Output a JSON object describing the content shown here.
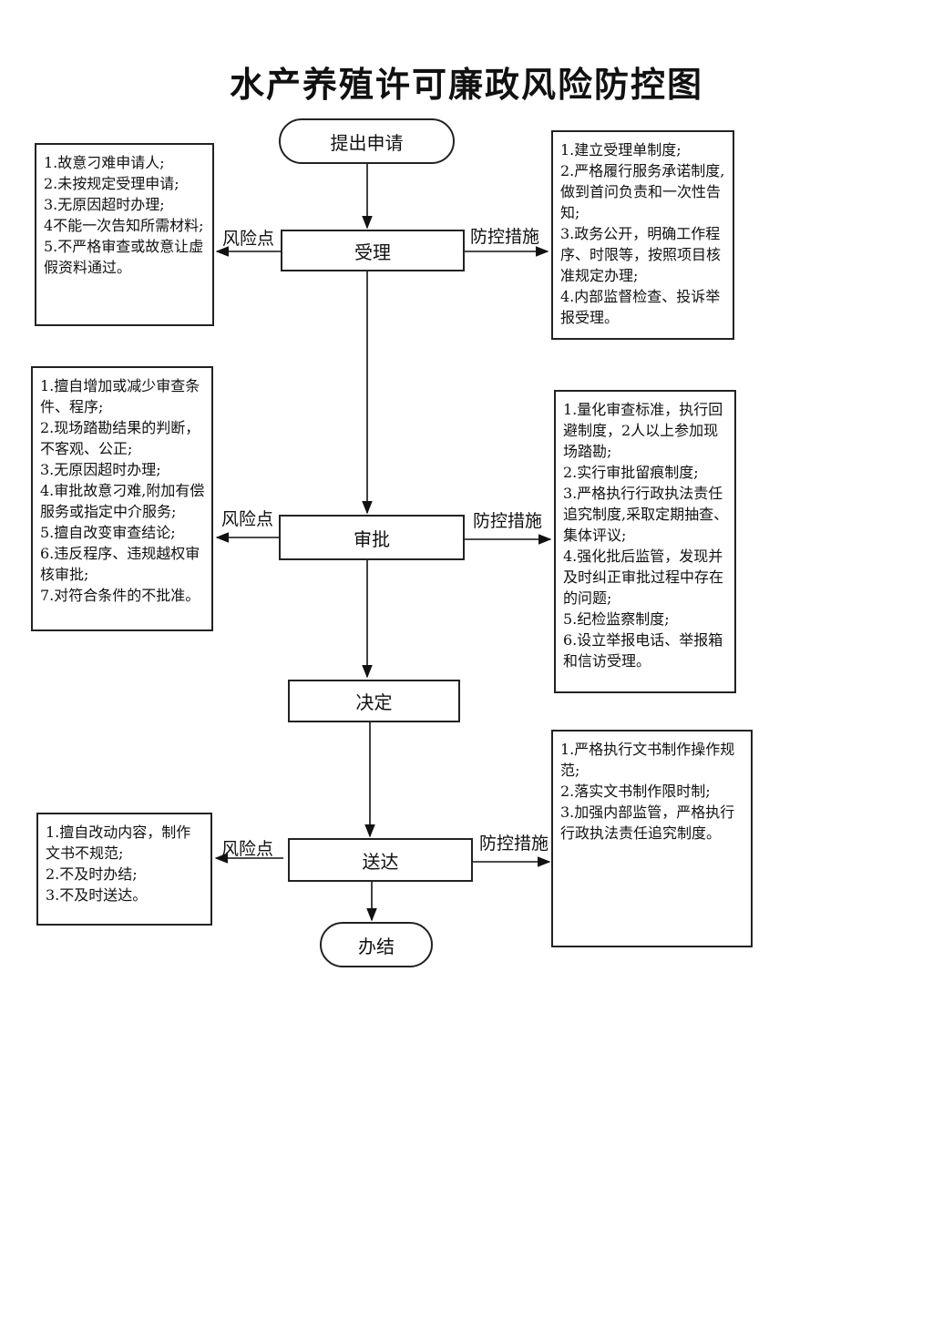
{
  "title": "水产养殖许可廉政风险防控图",
  "nodes": {
    "start": "提出申请",
    "accept": "受理",
    "approve": "审批",
    "decide": "决定",
    "deliver": "送达",
    "end": "办结"
  },
  "labels": {
    "risk": "风险点",
    "control": "防控措施"
  },
  "risks": {
    "accept": [
      "1.故意刁难申请人;",
      "2.未按规定受理申请;",
      "3.无原因超时办理;",
      "4不能一次告知所需材料;",
      "5.不严格审查或故意让虚假资料通过。"
    ],
    "approve": [
      "1.擅自增加或减少审查条件、程序;",
      "2.现场踏勘结果的判断，不客观、公正;",
      "3.无原因超时办理;",
      "4.审批故意刁难,附加有偿服务或指定中介服务;",
      "5.擅自改变审查结论;",
      "6.违反程序、违规越权审核审批;",
      "7.对符合条件的不批准。"
    ],
    "deliver": [
      "1.擅自改动内容，制作文书不规范;",
      "2.不及时办结;",
      "3.不及时送达。"
    ]
  },
  "controls": {
    "accept": [
      "1.建立受理单制度;",
      "2.严格履行服务承诺制度,做到首问负责和一次性告知;",
      "3.政务公开，明确工作程序、时限等，按照项目核准规定办理;",
      "4.内部监督检查、投诉举报受理。"
    ],
    "approve": [
      "1.量化审查标准，执行回避制度，2人以上参加现场踏勘;",
      "2.实行审批留痕制度;",
      "3.严格执行行政执法责任追究制度,采取定期抽查、集体评议;",
      "4.强化批后监管，发现并及时纠正审批过程中存在的问题;",
      "5.纪检监察制度;",
      "6.设立举报电话、举报箱和信访受理。"
    ],
    "deliver": [
      "1.严格执行文书制作操作规范;",
      "2.落实文书制作限时制;",
      "3.加强内部监管，严格执行行政执法责任追究制度。"
    ]
  }
}
